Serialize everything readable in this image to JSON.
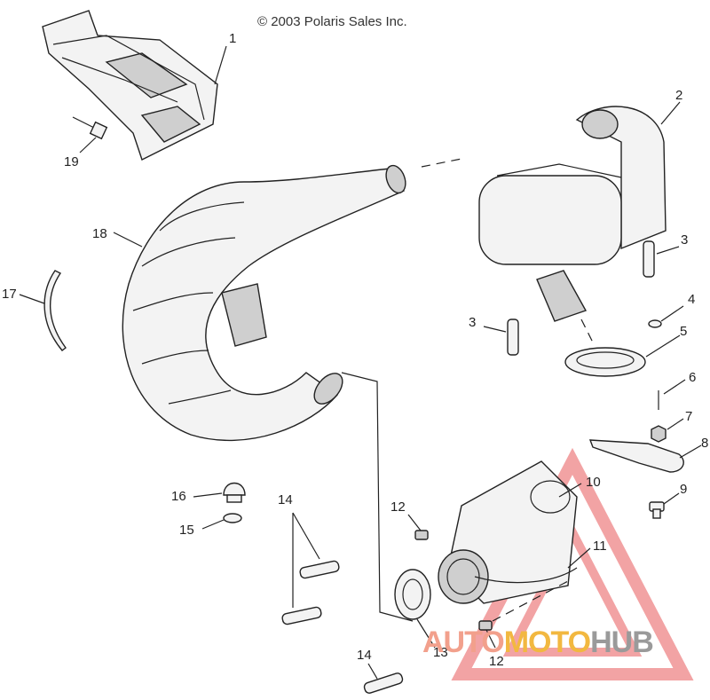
{
  "copyright": "© 2003 Polaris Sales Inc.",
  "callouts": [
    "1",
    "2",
    "3",
    "3",
    "4",
    "5",
    "6",
    "7",
    "8",
    "9",
    "10",
    "11",
    "12",
    "12",
    "13",
    "14",
    "14",
    "15",
    "16",
    "17",
    "18",
    "19"
  ],
  "logo": {
    "part1": "AUTO",
    "part2": "MOTO",
    "part3": "HUB"
  },
  "colors": {
    "logo_triangle": "#e8585a",
    "logo_auto": "#f2a08c",
    "logo_moto": "#f2b840",
    "logo_hub": "#9a9a9a"
  }
}
